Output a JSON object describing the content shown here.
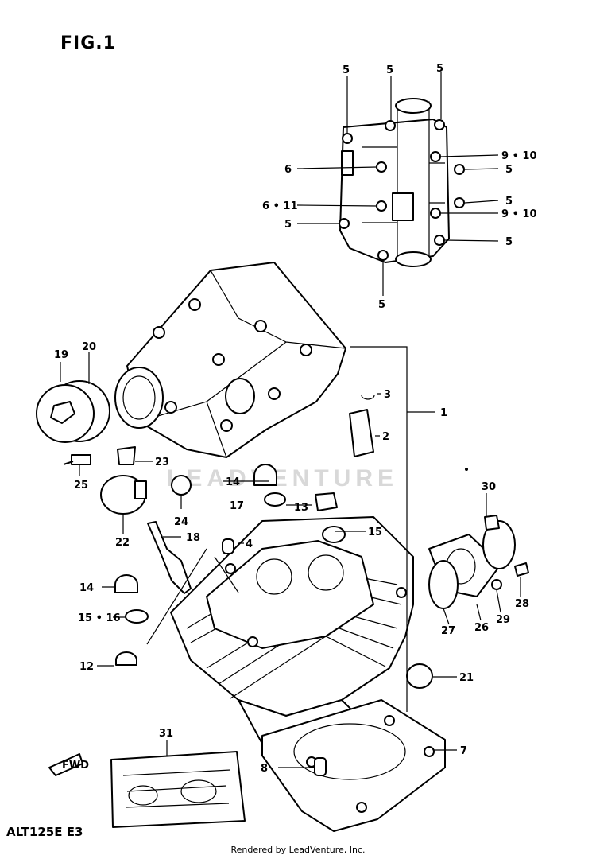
{
  "figure": {
    "title": "FIG.1",
    "model": "ALT125E E3",
    "footer": "Rendered by LeadVenture, Inc.",
    "watermark": "LEADVENTURE"
  },
  "callouts": {
    "c5a": "5",
    "c5b": "5",
    "c5c": "5",
    "c6": "6",
    "c6_11": "6 • 11",
    "c5d": "5",
    "c9_10a": "9 • 10",
    "c5e": "5",
    "c5f": "5",
    "c9_10b": "9 • 10",
    "c5g": "5",
    "c5h": "5",
    "c19": "19",
    "c20": "20",
    "c3": "3",
    "c1": "1",
    "c2": "2",
    "c23": "23",
    "c25": "25",
    "c14a": "14",
    "c17": "17",
    "c13": "13",
    "c24": "24",
    "c22": "22",
    "c18": "18",
    "c4": "4",
    "c15": "15",
    "c30": "30",
    "c14b": "14",
    "c15_16": "15 • 16",
    "c12": "12",
    "c27": "27",
    "c26": "26",
    "c29": "29",
    "c28": "28",
    "c21": "21",
    "c31": "31",
    "c7": "7",
    "c8": "8",
    "fwd": "FWD"
  }
}
